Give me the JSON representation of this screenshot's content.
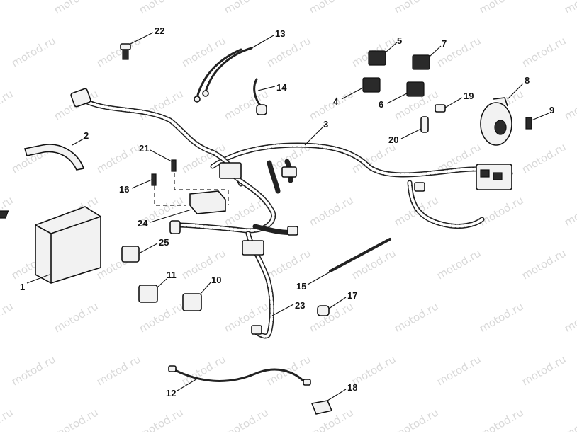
{
  "watermark": "motod.ru",
  "callouts": {
    "c1": "1",
    "c2": "2",
    "c3": "3",
    "c4": "4",
    "c5": "5",
    "c6": "6",
    "c7": "7",
    "c8": "8",
    "c9": "9",
    "c10": "10",
    "c11": "11",
    "c12": "12",
    "c13": "13",
    "c14": "14",
    "c15": "15",
    "c16": "16",
    "c17": "17",
    "c18": "18",
    "c19": "19",
    "c20": "20",
    "c21": "21",
    "c22": "22",
    "c23": "23",
    "c24": "24",
    "c25": "25"
  }
}
